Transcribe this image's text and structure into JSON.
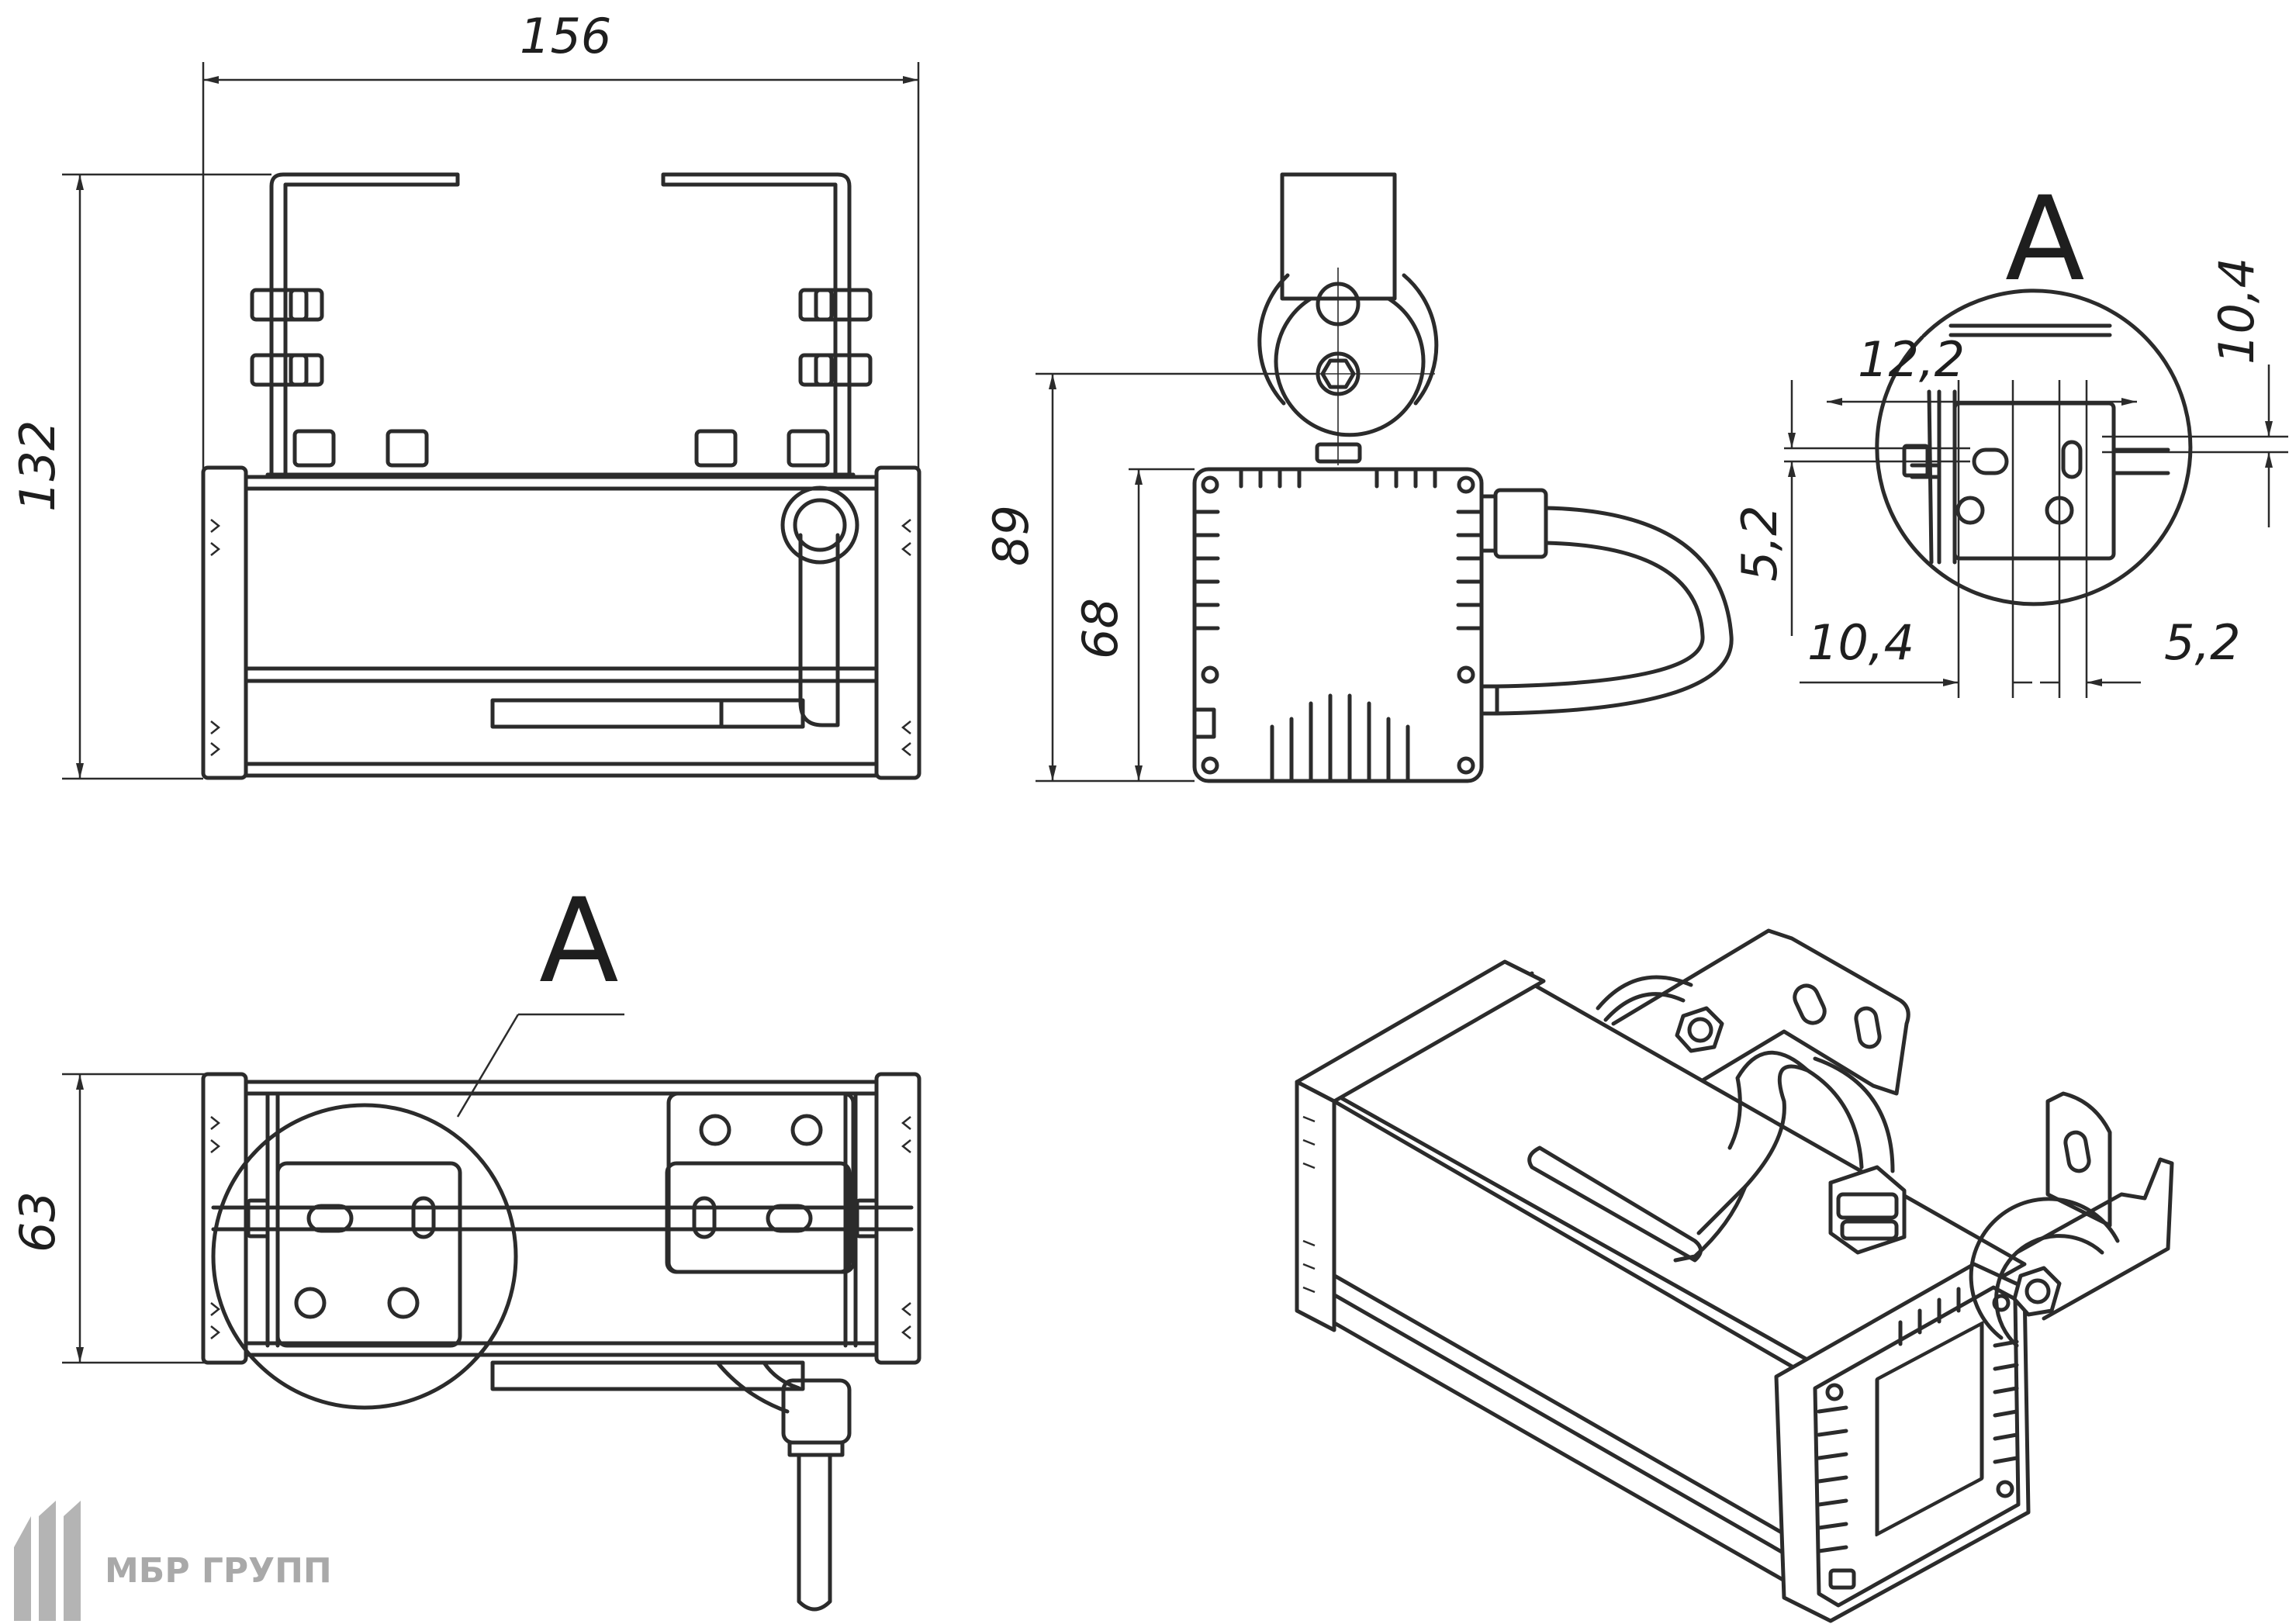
{
  "drawing": {
    "dimensions": {
      "width_156": "156",
      "height_132": "132",
      "height_89": "89",
      "height_68": "68",
      "depth_63": "63",
      "slot_12_2": "12,2",
      "slot_10_4_top": "10,4",
      "slot_5_2_left": "5,2",
      "slot_10_4_bottom": "10,4",
      "slot_5_2_bottom": "5,2"
    },
    "callouts": {
      "detail_label": "A",
      "view_label": "A"
    }
  },
  "logo": {
    "text": "МБР ГРУПП"
  },
  "colors": {
    "line": "#2b2b2b",
    "logo": "#a9a9a9",
    "background": "#ffffff"
  }
}
